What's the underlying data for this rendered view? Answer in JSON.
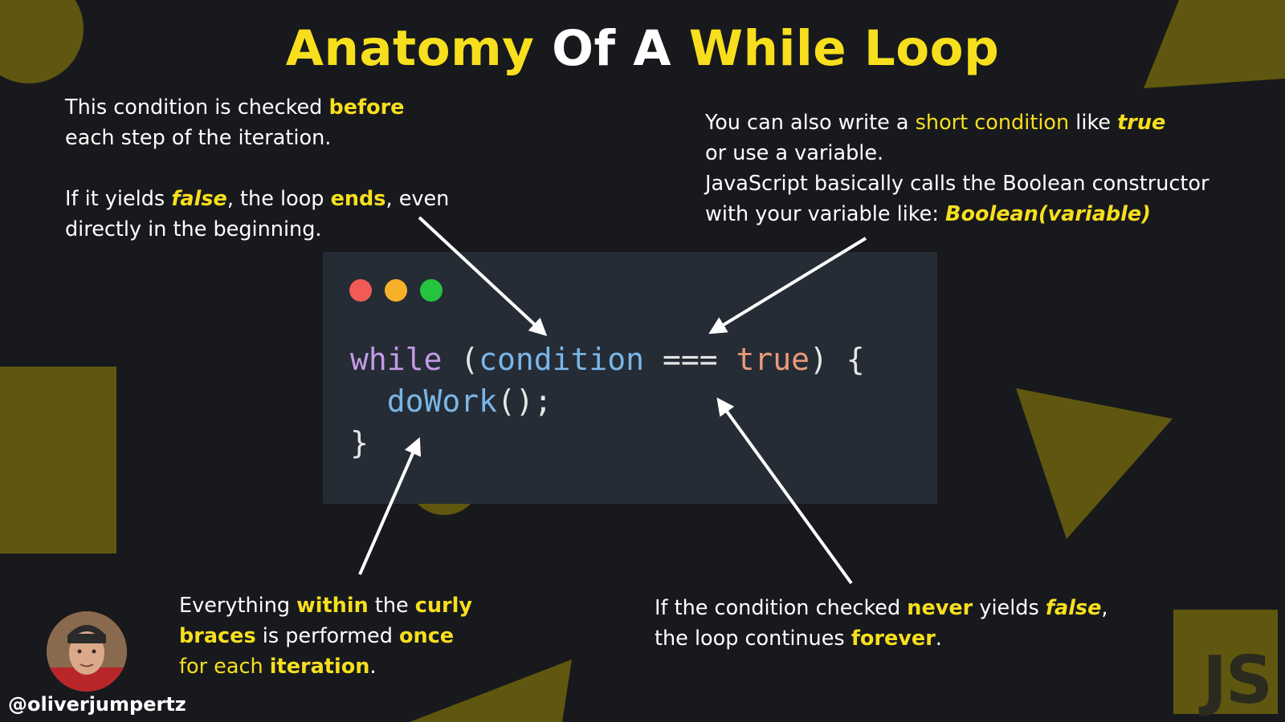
{
  "colors": {
    "background": "#18191d",
    "accent": "#f7df1e",
    "shape": "#5f570f",
    "code_bg": "#252c35",
    "dot_red": "#f25a55",
    "dot_yellow": "#f6b128",
    "dot_green": "#26c33e"
  },
  "title": {
    "part1": "Anatomy",
    "part2": " Of A ",
    "part3": "While Loop"
  },
  "note_top_left": {
    "l1a": "This condition is checked ",
    "l1b": "before",
    "l2": "each step of the iteration.",
    "l3a": "If it yields ",
    "l3b": "false",
    "l3c": ", the loop ",
    "l3d": "ends",
    "l3e": ", even",
    "l4": "directly in the beginning."
  },
  "note_top_right": {
    "l1a": "You can also write a ",
    "l1b": "short condition",
    "l1c": " like ",
    "l1d": "true",
    "l2": "or use a variable.",
    "l3": "JavaScript basically calls the Boolean constructor",
    "l4a": "with your variable like: ",
    "l4b": "Boolean(variable)"
  },
  "note_bottom_left": {
    "l1a": "Everything ",
    "l1b": "within",
    "l1c": " the ",
    "l1d": "curly",
    "l2a": "braces",
    "l2b": " is performed ",
    "l2c": "once",
    "l3a": "for each ",
    "l3b": "iteration",
    "l3c": "."
  },
  "note_bottom_right": {
    "l1a": "If the condition checked ",
    "l1b": "never",
    "l1c": " yields ",
    "l1d": "false",
    "l1e": ",",
    "l2a": "the loop continues ",
    "l2b": "forever",
    "l2c": "."
  },
  "code": {
    "kw_while": "while",
    "paren_open": " (",
    "cond": "condition",
    "op": " === ",
    "bool_true": "true",
    "paren_close": ") {",
    "indent": "  ",
    "fn": "doWork",
    "call": "();",
    "close_brace": "}"
  },
  "author": {
    "handle": "@oliverjumpertz"
  },
  "badge": {
    "label": "JS"
  }
}
